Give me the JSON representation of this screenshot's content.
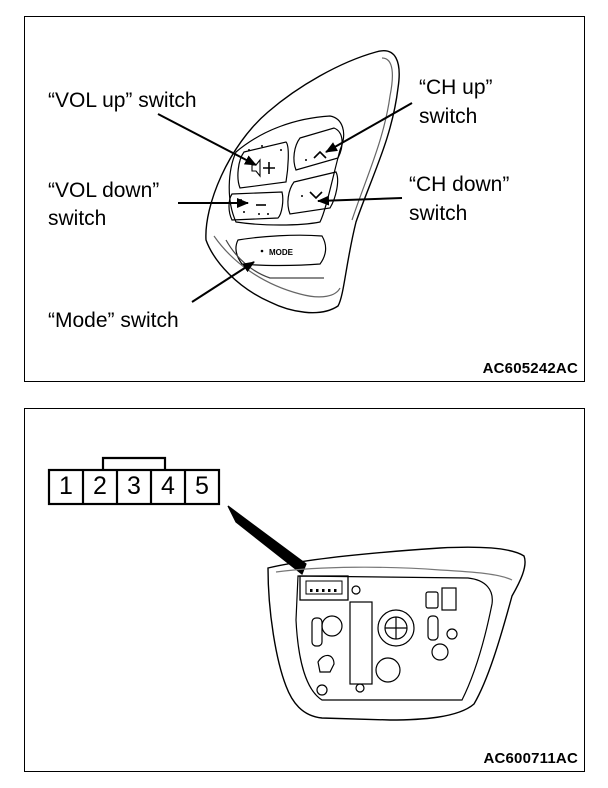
{
  "top_figure": {
    "labels": {
      "vol_up": "“VOL up” switch",
      "vol_down_line1": "“VOL down”",
      "vol_down_line2": "switch",
      "ch_up_line1": "“CH up”",
      "ch_up_line2": "switch",
      "ch_down_line1": "“CH down”",
      "ch_down_line2": "switch",
      "mode": "“Mode” switch"
    },
    "button_text": {
      "mode": "MODE"
    },
    "figure_code": "AC605242AC"
  },
  "bottom_figure": {
    "connector_pins": [
      "1",
      "2",
      "3",
      "4",
      "5"
    ],
    "figure_code": "AC600711AC"
  }
}
